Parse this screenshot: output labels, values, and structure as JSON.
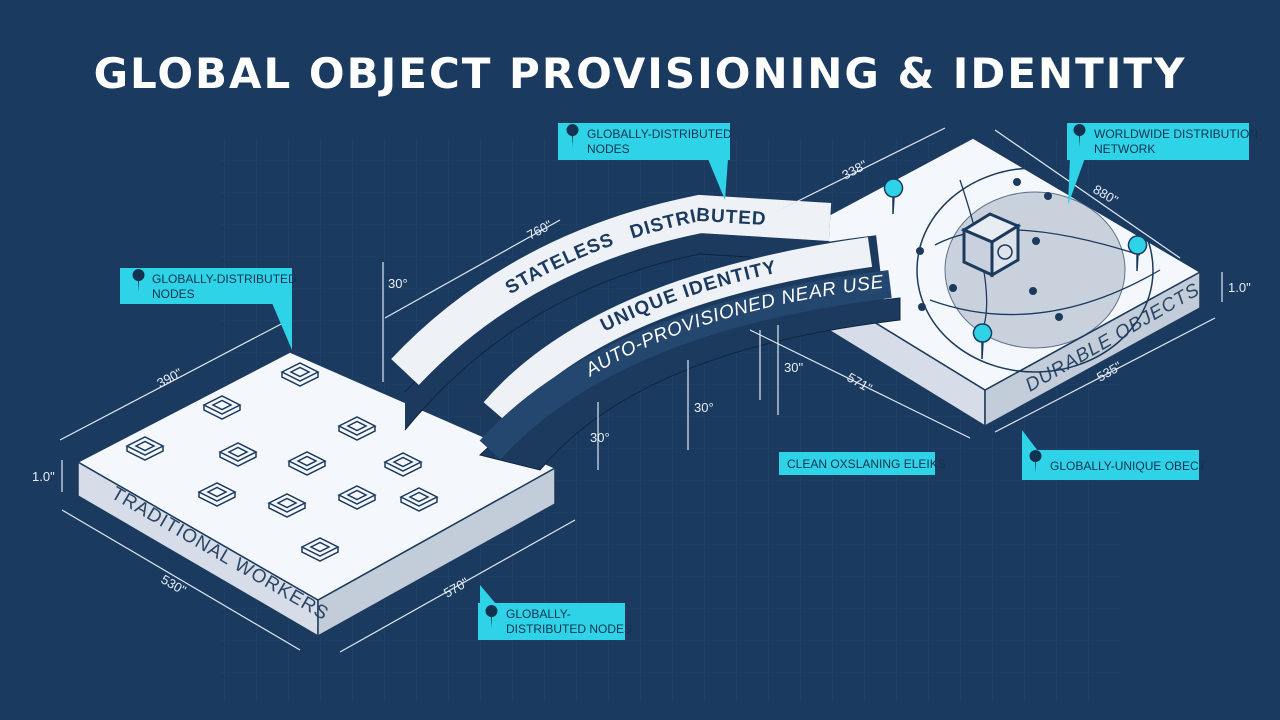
{
  "title": "GLOBAL OBJECT PROVISIONING & IDENTITY",
  "colors": {
    "background": "#1b3a60",
    "accent": "#2ed3e8",
    "platform": "#f4f7fb",
    "side": "#cfd8e4",
    "dark": "#1c3a5e"
  },
  "left_platform": {
    "label": "TRADITIONAL WORKERS",
    "dims": {
      "depth": "390\"",
      "width": "530\"",
      "side": "570\"",
      "height": "1.0\""
    }
  },
  "right_platform": {
    "label": "DURABLE OBJECTS",
    "dims": {
      "depth": "338\"",
      "width": "880\"",
      "side": "535\"",
      "height": "1.0\""
    }
  },
  "bridge": {
    "upper_segments": [
      "STATELESS",
      "DISTRIBUTED"
    ],
    "lower_segments": [
      "UNIQUE IDENTITY",
      "AUTO-PROVISIONED NEAR USERS"
    ],
    "dims": {
      "span": "760\"",
      "diag": "571\"",
      "angle1": "30°",
      "angle2": "30\"",
      "angle3": "30°",
      "angle4": "30°"
    }
  },
  "callouts": [
    {
      "text1": "GLOBALLY-DISTRIBUTED",
      "text2": "NODES",
      "icon": "map-pin-icon"
    },
    {
      "text1": "GLOBALLY-DISTRIBUTED",
      "text2": "NODES",
      "icon": "map-pin-icon"
    },
    {
      "text1": "GLOBALLY-",
      "text2": "DISTRIBUTED NODES",
      "icon": "map-pin-icon"
    },
    {
      "text1": "WORLDWIDE DISTRIBUTION",
      "text2": "NETWORK",
      "icon": "map-pin-icon"
    },
    {
      "text1": "GLOBALLY-UNIQUE OBECT",
      "icon": "map-pin-icon"
    },
    {
      "text1": "CLEAN OXSLANING ELEIKS"
    }
  ]
}
